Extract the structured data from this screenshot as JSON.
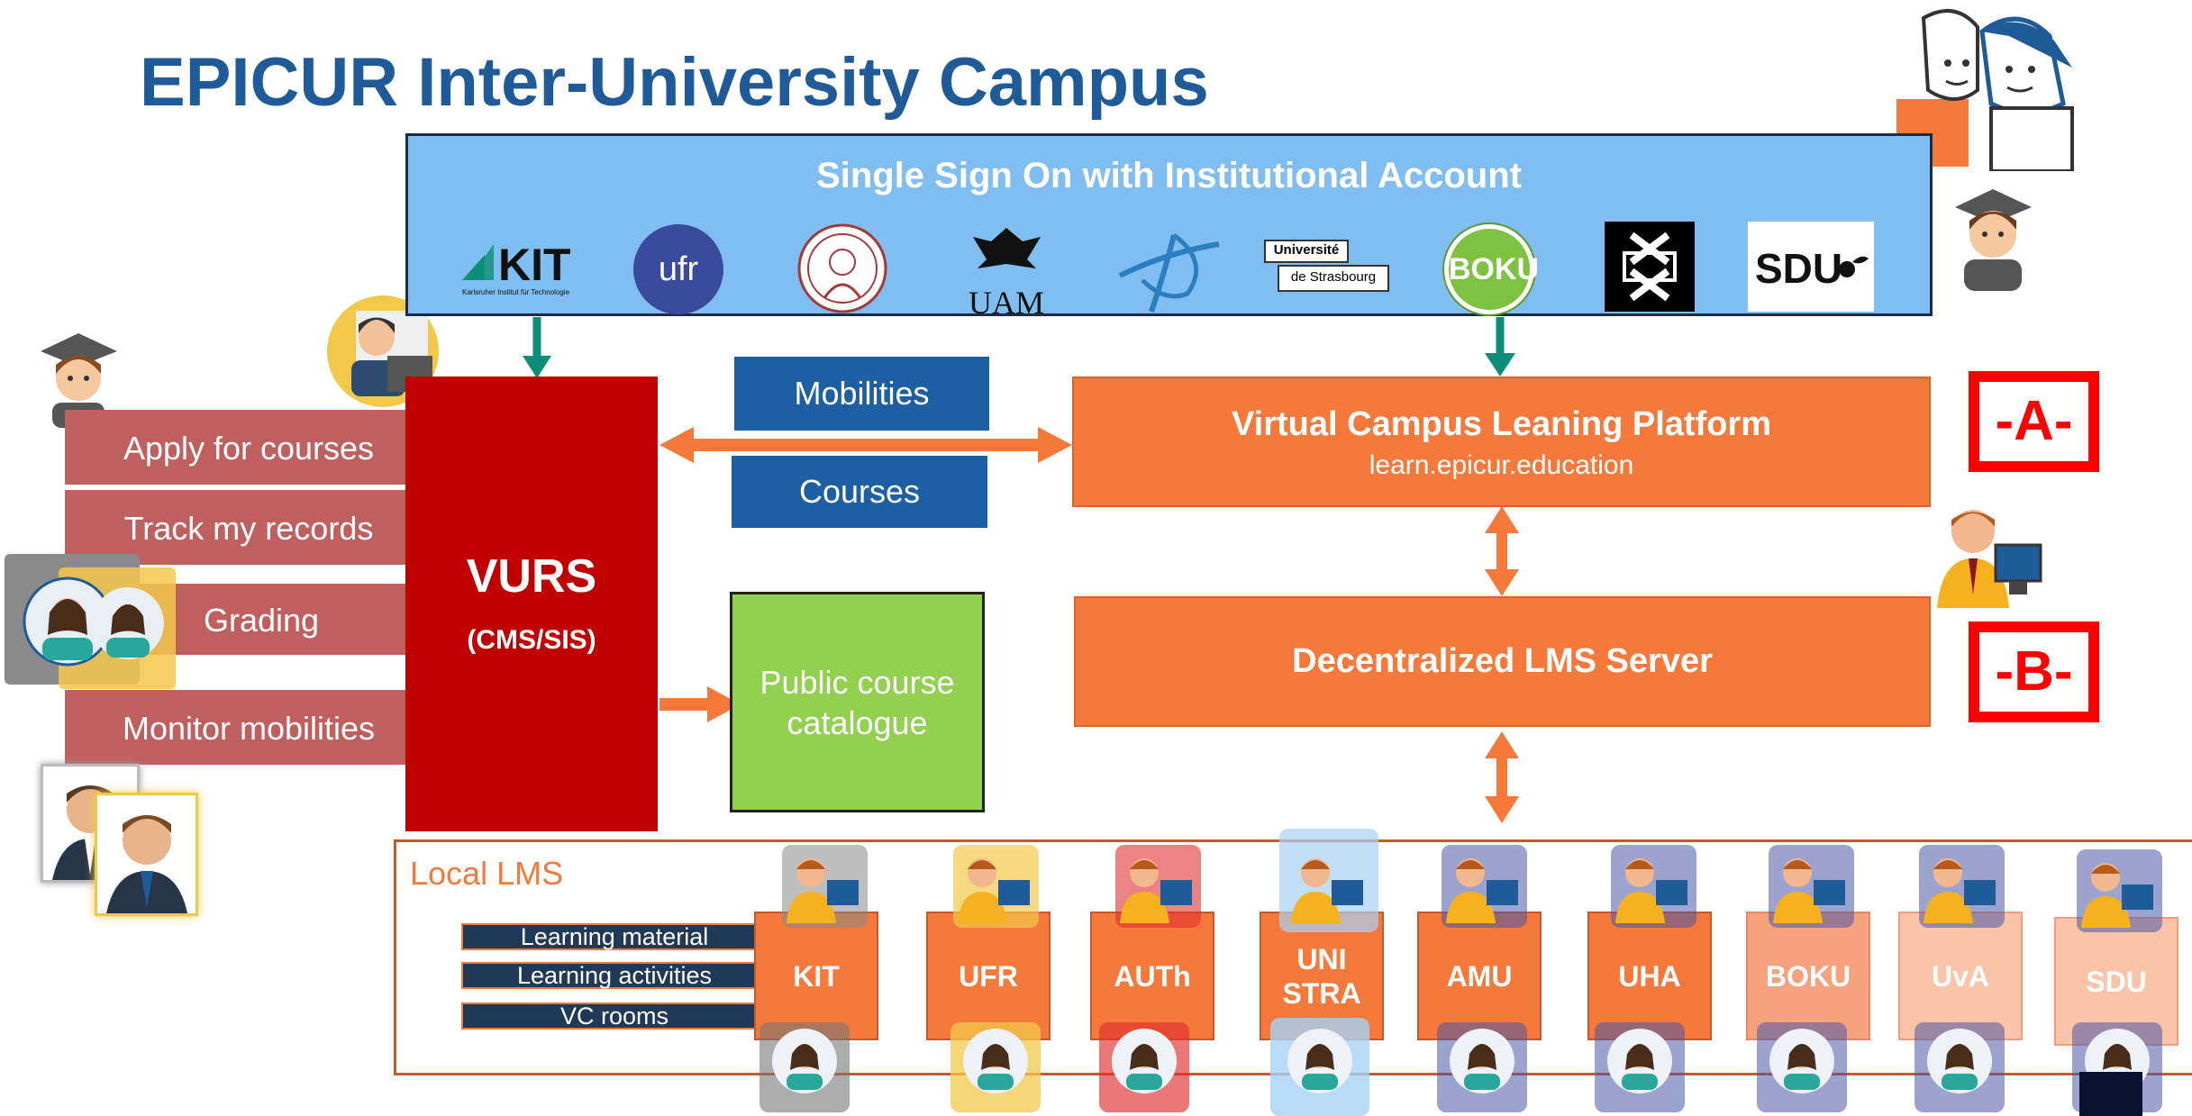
{
  "title": "EPICUR Inter-University Campus",
  "sso": {
    "title": "Single Sign On with Institutional Account",
    "logos": [
      {
        "name": "kit-logo",
        "text": "KIT",
        "sub": "Karlsruher Institut für Technologie"
      },
      {
        "name": "ufr-logo",
        "text": "ufr"
      },
      {
        "name": "auth-logo",
        "text": ""
      },
      {
        "name": "uam-logo",
        "text": "UAM"
      },
      {
        "name": "uha-logo",
        "text": ""
      },
      {
        "name": "strasbourg-logo",
        "text": "Université",
        "sub": "de Strasbourg"
      },
      {
        "name": "boku-logo",
        "text": "BOKU"
      },
      {
        "name": "uva-logo",
        "text": ""
      },
      {
        "name": "sdu-logo",
        "text": "SDU"
      }
    ]
  },
  "vurs": {
    "title": "VURS",
    "subtitle": "(CMS/SIS)"
  },
  "menu": [
    "Apply for courses",
    "Track my records",
    "Grading",
    "Monitor mobilities"
  ],
  "exchange": {
    "mobilities": "Mobilities",
    "courses": "Courses"
  },
  "catalogue": {
    "line1": "Public course",
    "line2": "catalogue"
  },
  "platform": {
    "title": "Virtual Campus Leaning Platform",
    "url": "learn.epicur.education"
  },
  "lms_server": "Decentralized LMS Server",
  "markers": {
    "a": "-A-",
    "b": "-B-"
  },
  "local": {
    "label": "Local LMS",
    "items": [
      "Learning material",
      "Learning activities",
      "VC rooms"
    ],
    "universities": [
      {
        "line1": "KIT",
        "line2": ""
      },
      {
        "line1": "UFR",
        "line2": ""
      },
      {
        "line1": "AUTh",
        "line2": ""
      },
      {
        "line1": "UNI",
        "line2": "STRA"
      },
      {
        "line1": "AMU",
        "line2": ""
      },
      {
        "line1": "UHA",
        "line2": ""
      },
      {
        "line1": "BOKU",
        "line2": ""
      },
      {
        "line1": "UvA",
        "line2": ""
      },
      {
        "line1": "SDU",
        "line2": ""
      }
    ]
  },
  "colors": {
    "title": "#1f5a99",
    "sso": "#80bdf0",
    "vurs": "#c00000",
    "menu": "#c0605e",
    "blue_box": "#1c5fa2",
    "catalogue": "#92d050",
    "orange": "#f4793b",
    "arrow_teal": "#0d8f77",
    "marker_red": "#ff0000"
  }
}
